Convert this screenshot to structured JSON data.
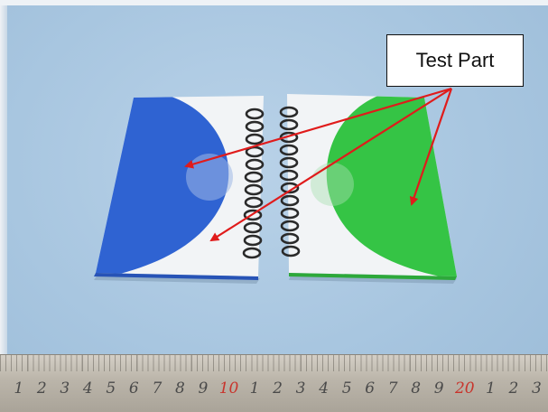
{
  "annotation": {
    "label": "Test Part"
  },
  "ruler": {
    "numbers": [
      "1",
      "2",
      "3",
      "4",
      "5",
      "6",
      "7",
      "8",
      "9",
      "10",
      "1",
      "2",
      "3",
      "4",
      "5",
      "6",
      "7",
      "8",
      "9",
      "20",
      "1",
      "2",
      "3"
    ],
    "highlight_indices": [
      9,
      19
    ]
  },
  "colors": {
    "blue_cover": "#2f63d2",
    "green_cover": "#35c445",
    "arrow": "#e01b1b",
    "spiral": "#2a2a2a"
  }
}
